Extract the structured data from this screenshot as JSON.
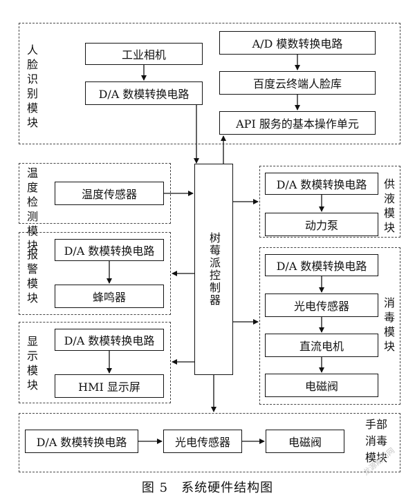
{
  "modules": {
    "face": {
      "label": "人脸识别模块",
      "camera": "工业相机",
      "da": "D/A 数模转换电路",
      "ad": "A/D 模数转换电路",
      "baidu": "百度云终端人脸库",
      "api": "API 服务的基本操作单元"
    },
    "temp": {
      "label": "温度检测模块",
      "sensor": "温度传感器"
    },
    "alarm": {
      "label": "报警模块",
      "da": "D/A 数模转换电路",
      "buzzer": "蜂鸣器"
    },
    "display": {
      "label": "显示模块",
      "da": "D/A 数模转换电路",
      "hmi": "HMI 显示屏"
    },
    "supply": {
      "label": "供液模块",
      "da": "D/A 数模转换电路",
      "pump": "动力泵"
    },
    "disinfect": {
      "label": "消毒模块",
      "da": "D/A 数模转换电路",
      "photo": "光电传感器",
      "motor": "直流电机",
      "valve": "电磁阀"
    },
    "hand": {
      "label1": "手部",
      "label2": "消毒",
      "label3": "模块",
      "da": "D/A 数模转换电路",
      "photo": "光电传感器",
      "valve": "电磁阀"
    }
  },
  "controller": "树莓派控制器",
  "caption": "图 5　系统硬件结构图",
  "watermark": "龙源期刊网"
}
